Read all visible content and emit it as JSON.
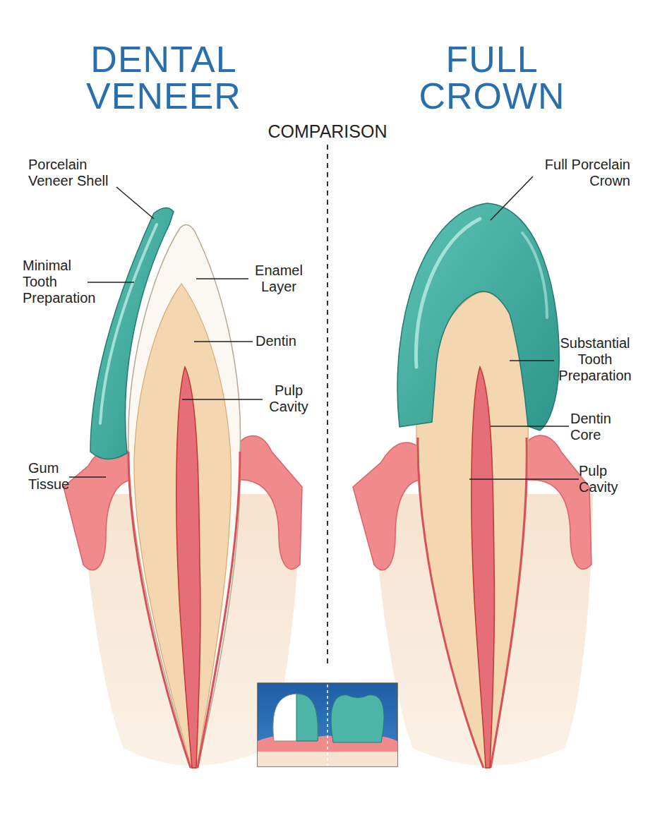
{
  "diagram": {
    "labels": [
      "DENTAL VENEER",
      "FULL CROWN",
      "COMPARISON",
      "Porcelain Veneer Shell",
      "Minimal Tooth Preparation",
      "Enamel Layer",
      "Dentin",
      "Pulp Cavity",
      "Gum Tissue",
      "Full Porcelain Crown",
      "Substantial Tooth Preparation",
      "Dentin Core",
      "Pulp Cavity"
    ]
  }
}
